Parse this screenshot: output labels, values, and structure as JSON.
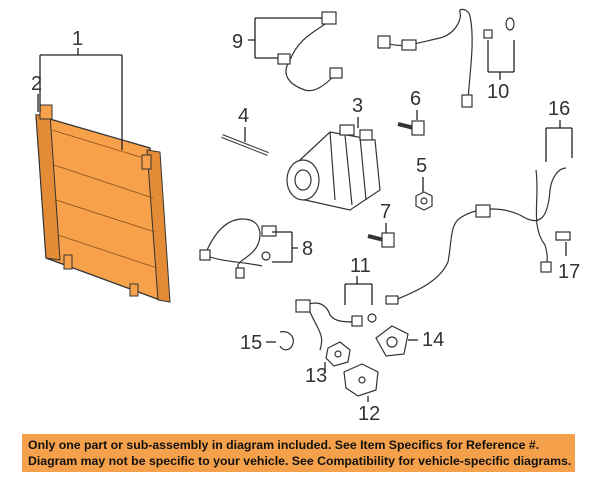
{
  "diagram": {
    "callouts": {
      "c1": "1",
      "c2": "2",
      "c3": "3",
      "c4": "4",
      "c5": "5",
      "c6": "6",
      "c7": "7",
      "c8": "8",
      "c9": "9",
      "c10": "10",
      "c11": "11",
      "c12": "12",
      "c13": "13",
      "c14": "14",
      "c15": "15",
      "c16": "16",
      "c17": "17"
    },
    "highlight_color": "#f7a24b"
  },
  "banner": {
    "line1": "Only one part or sub-assembly in diagram included. See Item Specifics for Reference #.",
    "line2": "Diagram may not be specific to your vehicle. See Compatibility for vehicle-specific diagrams.",
    "background": "#f5a04a"
  }
}
